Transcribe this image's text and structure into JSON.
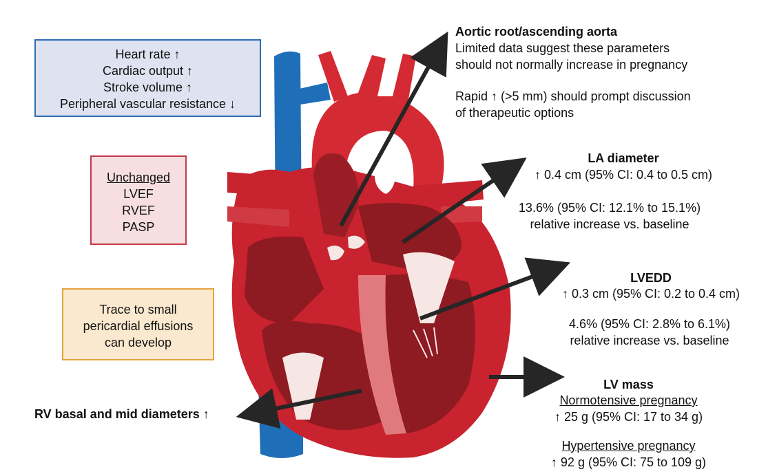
{
  "hemodynamics_box": {
    "lines": [
      "Heart rate ↑",
      "Cardiac output ↑",
      "Stroke volume ↑",
      "Peripheral vascular resistance ↓"
    ]
  },
  "unchanged_box": {
    "heading": "Unchanged",
    "items": [
      "LVEF",
      "RVEF",
      "PASP"
    ]
  },
  "effusion_box": {
    "lines": [
      "Trace to small",
      "pericardial effusions",
      "can develop"
    ]
  },
  "aortic": {
    "title": "Aortic root/ascending aorta",
    "line1": "Limited data suggest these parameters",
    "line2": "should not normally increase in pregnancy",
    "line3": "Rapid ↑ (>5 mm) should prompt discussion",
    "line4": "of therapeutic options"
  },
  "la": {
    "title": "LA diameter",
    "line1": "↑ 0.4 cm (95% CI: 0.4 to 0.5 cm)",
    "line2": "13.6% (95% CI: 12.1% to 15.1%)",
    "line3": "relative increase vs. baseline"
  },
  "lvedd": {
    "title": "LVEDD",
    "line1": "↑ 0.3 cm (95% CI: 0.2 to 0.4 cm)",
    "line2": "4.6% (95% CI: 2.8% to 6.1%)",
    "line3": "relative increase vs. baseline"
  },
  "lv_mass": {
    "title": "LV mass",
    "normo_heading": "Normotensive pregnancy",
    "normo_value": "↑ 25 g (95% CI: 17 to 34 g)",
    "hyper_heading": "Hypertensive pregnancy",
    "hyper_value": "↑ 92 g (95% CI: 75 to 109 g)"
  },
  "rv": {
    "label": "RV basal and mid diameters ↑"
  },
  "colors": {
    "myocardium": "#c8232e",
    "chamber_dark": "#8e1a22",
    "vein_blue": "#1f6fb8",
    "valve": "#f6e7e4",
    "arrow": "#262626"
  }
}
